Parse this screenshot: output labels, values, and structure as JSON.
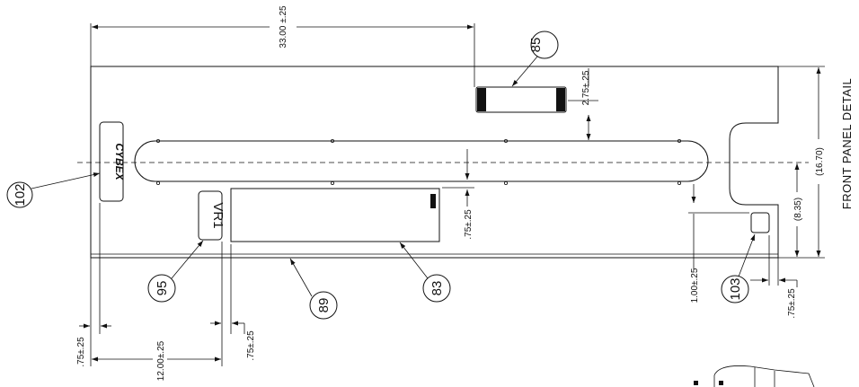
{
  "title": "FRONT PANEL DETAIL",
  "dimensions": {
    "overall_width": "33.00 ±.25",
    "overall_height": "(16.70)",
    "half_height": "(8.35)",
    "top_offset_85": "2.75±.25",
    "slot_offset_83": ".75±.25",
    "offset_1": "1.00±.25",
    "right_edge": ".75±.25",
    "left_edge": ".75±.25",
    "left_width": "12.00±.25",
    "left_edge_2": ".75±.25"
  },
  "callouts": {
    "c85": "85",
    "c102": "102",
    "c95": "95",
    "c89": "89",
    "c83": "83",
    "c103": "103"
  },
  "labels": {
    "logo": "CYBEX",
    "vr1": "VR1"
  }
}
